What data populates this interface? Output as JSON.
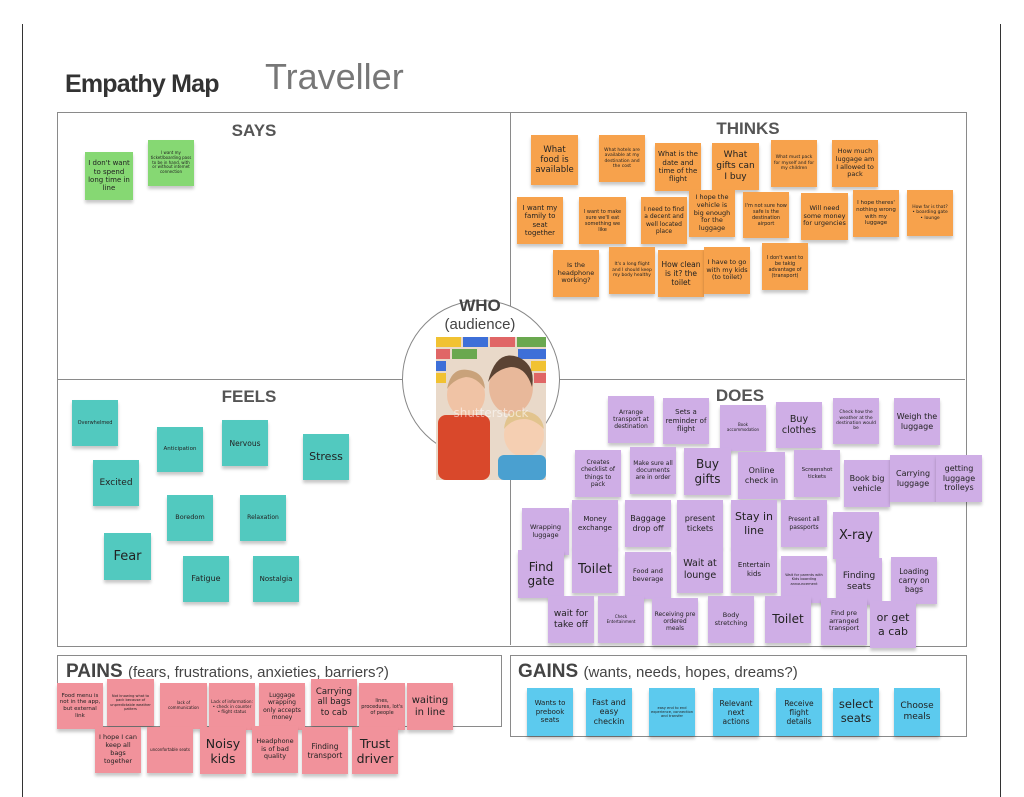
{
  "header": {
    "title": "Empathy Map",
    "subtitle": "Traveller"
  },
  "colors": {
    "says": "#86d873",
    "thinks": "#f7a24c",
    "feels": "#52c9bf",
    "does": "#cfaee6",
    "pains": "#f1929b",
    "gains": "#5ccaee"
  },
  "who": {
    "title": "WHO",
    "subtitle": "(audience)",
    "photo_watermark": "shutterstock"
  },
  "says": {
    "title": "SAYS",
    "notes": [
      "I don't want to spend long time in line",
      "I want my ticket/boarding pass to be in hand, with or without internet connection"
    ]
  },
  "thinks": {
    "title": "THINKS",
    "notes": [
      "What food is available",
      "What hotels are available at my destination and the cost",
      "What is the date and time of the flight",
      "What gifts can I buy",
      "What must pack for myself and for my children",
      "How much luggage am I allowed to pack",
      "I want my family to seat together",
      "I want to make sure we'll eat something we like",
      "I need to find a decent and well located place",
      "I hope the vehicle is big enough for the luggage",
      "I'm not sure how safe is the destination airport",
      "Will need some money for urgencies",
      "I hope theres' nothing wrong with my luggage",
      "How far is that?\n• boarding gate\n• lounge",
      "Is the headphone working?",
      "It's a long flight and I should keep my body healthy",
      "How clean is it? the toilet",
      "I have to go with my kids (to toilet)",
      "I don't want to be takig advantage of (transport)"
    ]
  },
  "feels": {
    "title": "FEELS",
    "notes": [
      "Overwhelmed",
      "Anticipation",
      "Nervous",
      "Stress",
      "Excited",
      "Boredom",
      "Relaxation",
      "Fear",
      "Fatigue",
      "Nostalgia"
    ]
  },
  "does": {
    "title": "DOES",
    "notes": [
      "Arrange transport at destination",
      "Sets a reminder of flight",
      "Book accommodation",
      "Buy clothes",
      "Check how the weather at the destination would be",
      "Weigh the luggage",
      "Creates checklist of things to pack",
      "Make sure all documents are in order",
      "Buy gifts",
      "Online check in",
      "Screenshot tickets",
      "Book big vehicle",
      "Carrying luggage",
      "getting luggage trolleys",
      "Wrapping luggage",
      "Money exchange",
      "Baggage drop off",
      "present tickets",
      "Stay in line",
      "Present all passports",
      "X-ray",
      "Find gate",
      "Toilet",
      "Food and beverage",
      "Wait at lounge",
      "Entertain kids",
      "Wait for parents with Kids boarding announcement",
      "Finding seats",
      "Loading carry on bags",
      "wait for take off",
      "Check Entertainment",
      "Receiving pre ordered meals",
      "Body stretching",
      "Toilet",
      "Find pre arranged transport",
      "or get a cab"
    ]
  },
  "pains": {
    "title": "PAINS",
    "subtitle": "(fears, frustrations, anxieties, barriers?)",
    "notes": [
      "Food menu is not in the app, but external link",
      "Not knowing what to pack because of unpredictable weather patters",
      "lack of communication",
      "Lack of information:\n• check in counter\n• flight status",
      "Luggage wrapping only accepts money",
      "Carrying all bags to cab",
      "lines, procedures, lot's of people",
      "waiting in line",
      "I hope I can keep all bags together",
      "unconfortable seats",
      "Noisy kids",
      "Headphone is of bad quality",
      "Finding transport",
      "Trust driver"
    ]
  },
  "gains": {
    "title": "GAINS",
    "subtitle": "(wants, needs, hopes, dreams?)",
    "notes": [
      "Wants to prebook seats",
      "Fast and easy checkin",
      "easy end to end experience, connection and transfer",
      "Relevant next actions",
      "Receive flight details",
      "select seats",
      "Choose meals"
    ]
  }
}
